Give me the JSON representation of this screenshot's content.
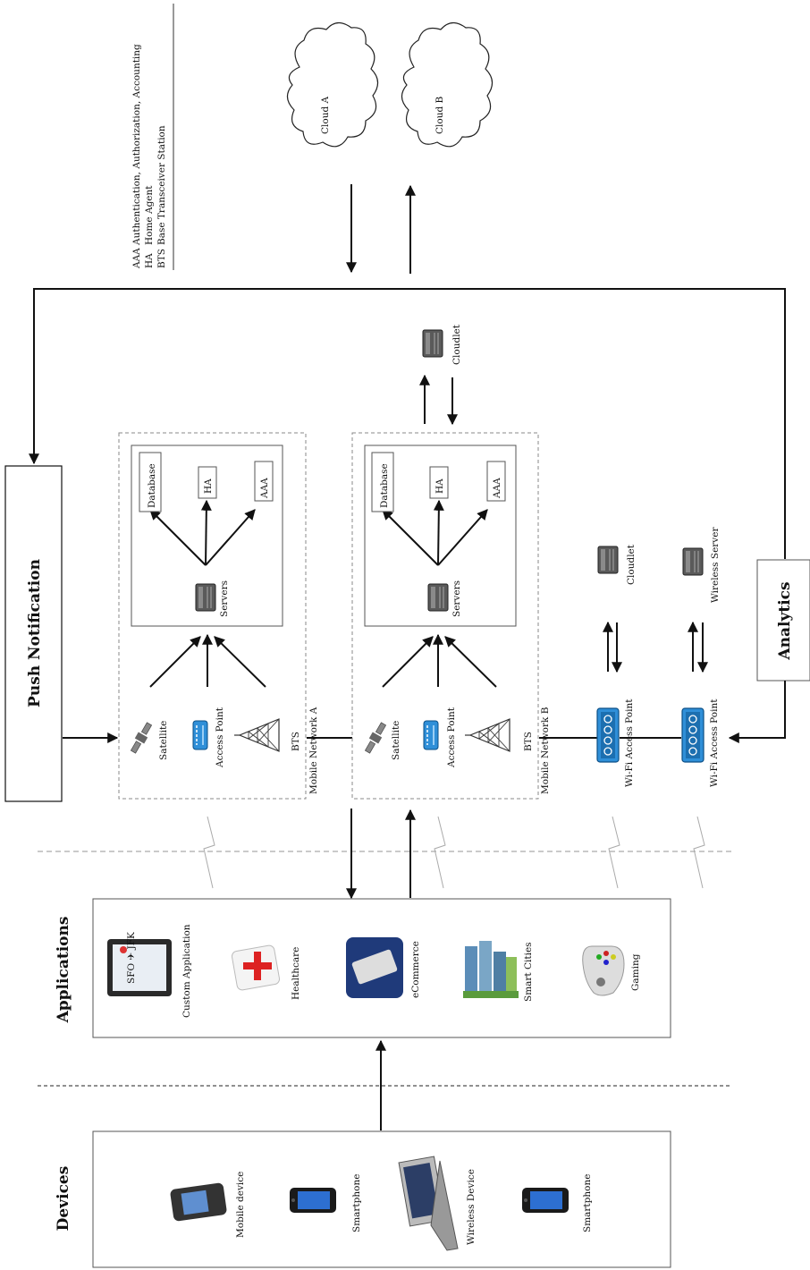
{
  "legend": {
    "items": [
      {
        "abbr": "AAA",
        "text": "Authentication, Authorization, Accounting"
      },
      {
        "abbr": "HA",
        "text": "Home Agent"
      },
      {
        "abbr": "BTS",
        "text": "Base Transceiver Station"
      }
    ]
  },
  "clouds": {
    "a": "Cloud A",
    "b": "Cloud B"
  },
  "push_notification": "Push Notification",
  "analytics": "Analytics",
  "networks": {
    "a": {
      "name": "Mobile Network A",
      "satellite": "Satellite",
      "access_point": "Access Point",
      "bts": "BTS",
      "servers": "Servers",
      "database": "Database",
      "ha": "HA",
      "aaa": "AAA"
    },
    "b": {
      "name": "Mobile Network B",
      "satellite": "Satellite",
      "access_point": "Access Point",
      "bts": "BTS",
      "servers": "Servers",
      "database": "Database",
      "ha": "HA",
      "aaa": "AAA"
    }
  },
  "cloudlet_top": "Cloudlet",
  "cloudlet": "Cloudlet",
  "wireless_server": "Wireless Server",
  "wifi_1": "Wi-Fi Access Point",
  "wifi_2": "Wi-Fi Access Point",
  "applications": {
    "title": "Applications",
    "items": [
      "Custom Application",
      "Healthcare",
      "eCommerce",
      "Smart Cities",
      "Gaming"
    ],
    "custom_app_screen": "SFO ✈ JFK"
  },
  "devices": {
    "title": "Devices",
    "items": [
      "Mobile device",
      "Smartphone",
      "Wireless Device",
      "Smartphone"
    ]
  }
}
